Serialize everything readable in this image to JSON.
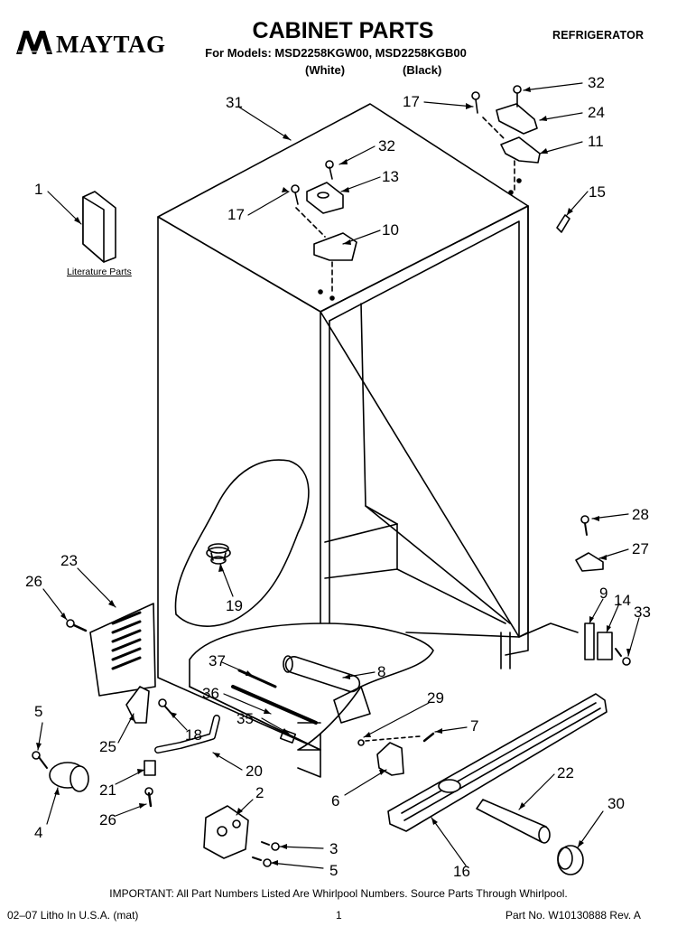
{
  "header": {
    "brand": "MAYTAG",
    "title": "CABINET PARTS",
    "models_line": "For Models: MSD2258KGW00, MSD2258KGB00",
    "variant_white": "(White)",
    "variant_black": "(Black)",
    "category": "REFRIGERATOR"
  },
  "labels": {
    "literature_parts": "Literature Parts"
  },
  "callouts": {
    "c1": "1",
    "c2": "2",
    "c3": "3",
    "c4": "4",
    "c5a": "5",
    "c5b": "5",
    "c6": "6",
    "c7": "7",
    "c8": "8",
    "c9": "9",
    "c10": "10",
    "c11": "11",
    "c13": "13",
    "c14": "14",
    "c15": "15",
    "c16": "16",
    "c17a": "17",
    "c17b": "17",
    "c18": "18",
    "c19": "19",
    "c20": "20",
    "c21": "21",
    "c22": "22",
    "c23": "23",
    "c24": "24",
    "c25": "25",
    "c26a": "26",
    "c26b": "26",
    "c27": "27",
    "c28": "28",
    "c29": "29",
    "c30": "30",
    "c31": "31",
    "c32a": "32",
    "c32b": "32",
    "c33": "33",
    "c35": "35",
    "c36": "36",
    "c37": "37"
  },
  "footer": {
    "important": "IMPORTANT: All Part Numbers Listed Are Whirlpool Numbers. Source Parts Through Whirlpool.",
    "litho": "02–07 Litho In U.S.A. (mat)",
    "page": "1",
    "part_number": "Part No. W10130888 Rev. A"
  }
}
